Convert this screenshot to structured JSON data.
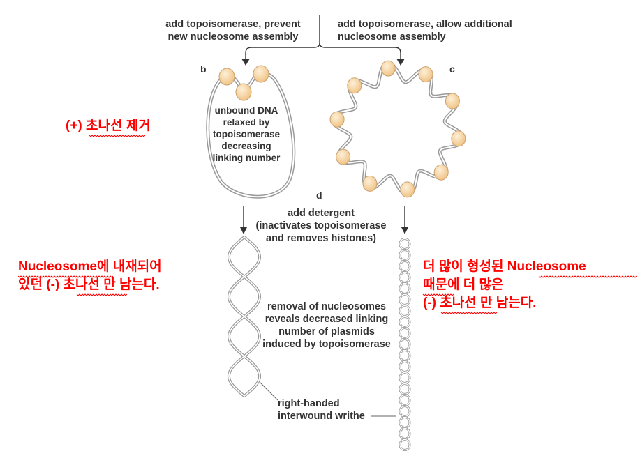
{
  "labels": {
    "left_branch": "add topoisomerase, prevent\nnew nucleosome assembly",
    "right_branch": "add topoisomerase, allow additional\nnucleosome assembly",
    "panel_b": "b",
    "panel_c": "c",
    "panel_d": "d",
    "unbound": "unbound DNA\nrelaxed by\ntopoisomerase\ndecreasing\nlinking number",
    "detergent": "add detergent\n(inactivates topoisomerase\nand removes histones)",
    "removal": "removal of nucleosomes\nreveals decreased linking\nnumber of plasmids\ninduced by topoisomerase",
    "writhe": "right-handed\ninterwound writhe"
  },
  "annotations": {
    "plus_removed": "(+) 초나선 제거",
    "left_note": "Nucleosome에 내재되어\n있던 (-) 초나선 만 남는다.",
    "right_note": "더  많이 형성된 Nucleosome\n때문에   더 많은\n(-) 초나선 만 남는다."
  },
  "colors": {
    "annotation_red": "#ff0000",
    "nucleosome_fill": "#f7d7a6",
    "dna_stroke": "#8a8a8a"
  }
}
